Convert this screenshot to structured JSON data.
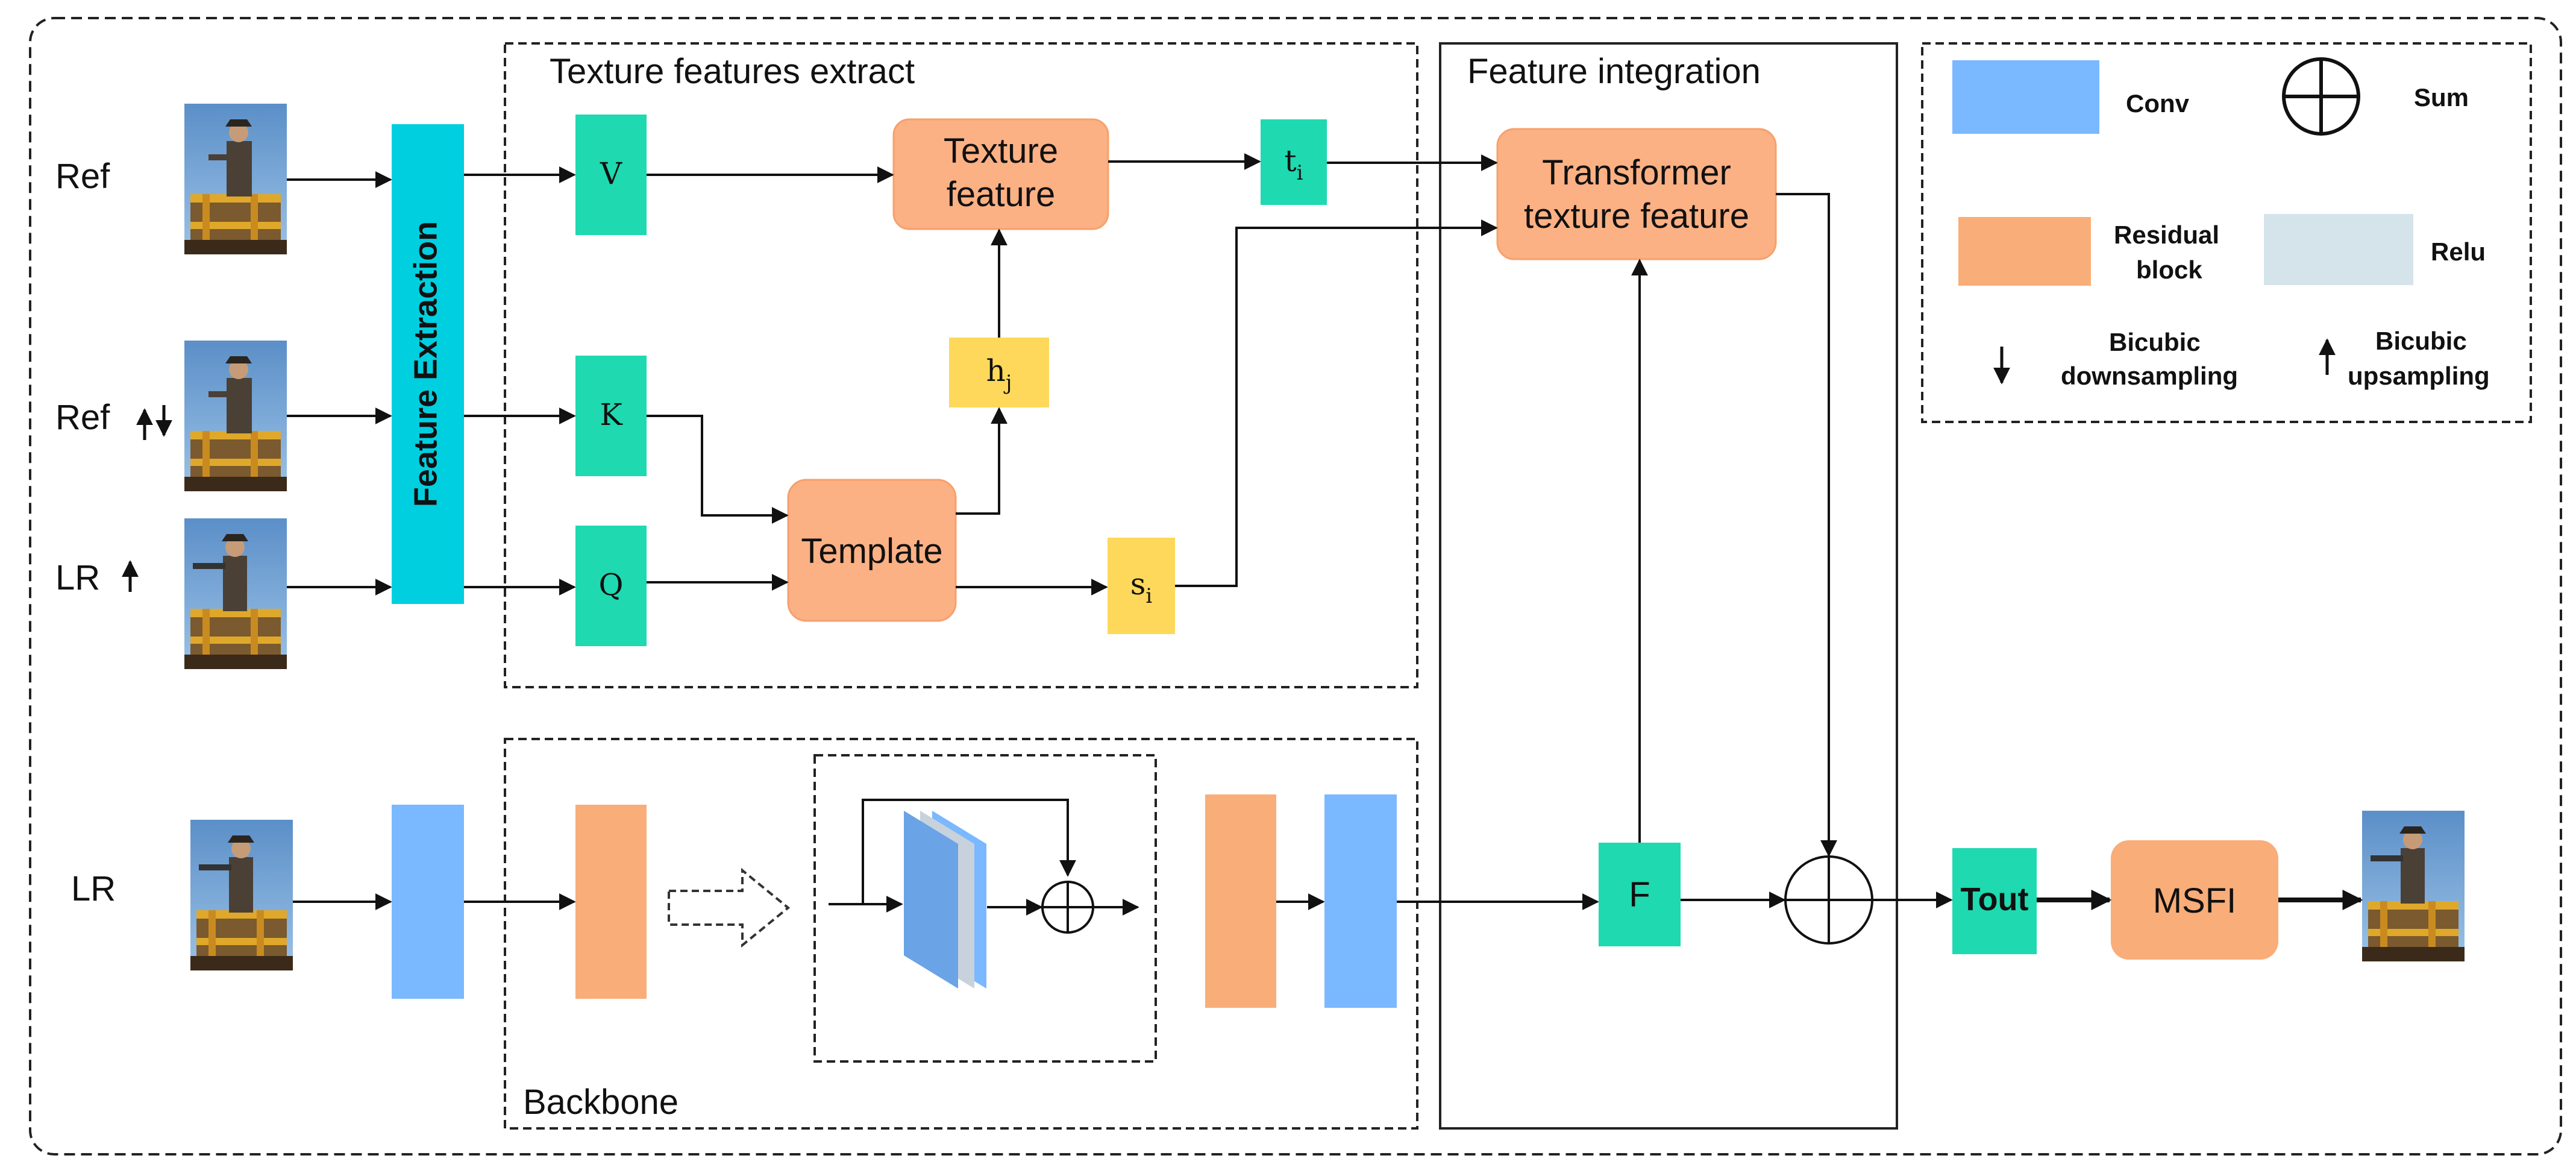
{
  "regions": {
    "texture_extract": "Texture features extract",
    "feature_integration": "Feature integration",
    "backbone": "Backbone"
  },
  "inputs": {
    "ref": "Ref",
    "ref_updown": "Ref",
    "lr_up": "LR",
    "lr": "LR"
  },
  "blocks": {
    "feature_extraction": "Feature Extraction",
    "v": "V",
    "k": "K",
    "q": "Q",
    "texture_feature_line1": "Texture",
    "texture_feature_line2": "feature",
    "template": "Template",
    "t_main": "t",
    "t_sub": "i",
    "h_main": "h",
    "h_sub": "j",
    "s_main": "s",
    "s_sub": "i",
    "transformer_line1": "Transformer",
    "transformer_line2": "texture feature",
    "f": "F",
    "tout": "Tout",
    "msfi": "MSFI"
  },
  "legend": {
    "conv": "Conv",
    "sum": "Sum",
    "residual_line1": "Residual",
    "residual_line2": "block",
    "relu": "Relu",
    "bicubic_down_line1": "Bicubic",
    "bicubic_down_line2": "downsampling",
    "bicubic_up_line1": "Bicubic",
    "bicubic_up_line2": "upsampling"
  },
  "colors": {
    "conv": "#7ab8ff",
    "residual": "#f9ad78",
    "relu": "#d5e3ea",
    "teal": "#1fd9b0",
    "cyan": "#00cfe0",
    "yellow": "#fdd85a",
    "orange_box": "#fbb184"
  }
}
